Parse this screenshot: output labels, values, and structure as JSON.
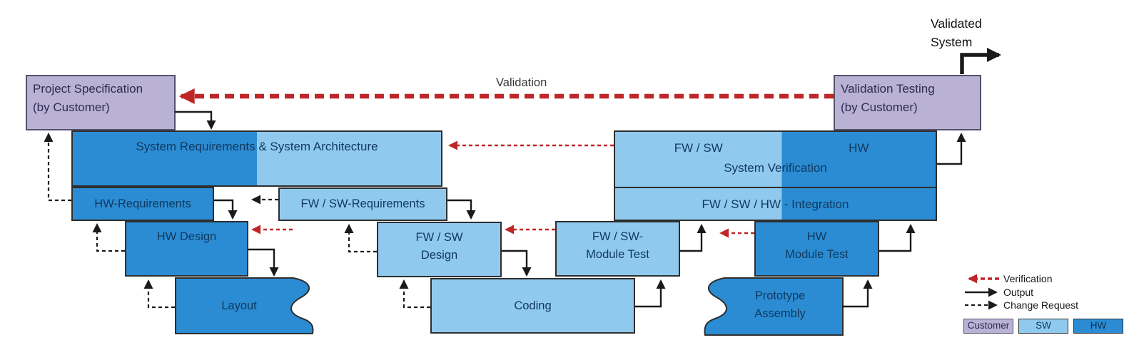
{
  "nodes": {
    "project_spec": {
      "line1": "Project Specification",
      "line2": "(by Customer)"
    },
    "validation_testing": {
      "line1": "Validation Testing",
      "line2": "(by Customer)"
    },
    "sys_req": {
      "label": "System Requirements & System Architecture"
    },
    "hw_req": {
      "label": "HW-Requirements"
    },
    "fwsw_req": {
      "label": "FW / SW-Requirements"
    },
    "hw_design": {
      "label": "HW Design"
    },
    "fwsw_design": {
      "line1": "FW / SW",
      "line2": "Design"
    },
    "layout": {
      "label": "Layout"
    },
    "coding": {
      "label": "Coding"
    },
    "fwsw_module_test": {
      "line1": "FW / SW-",
      "line2": "Module Test"
    },
    "hw_module_test": {
      "line1": "HW",
      "line2": "Module Test"
    },
    "prototype_assembly": {
      "line1": "Prototype",
      "line2": "Assembly"
    },
    "system_verification": {
      "left_label": "FW / SW",
      "right_label": "HW",
      "line2": "System Verification"
    },
    "integration": {
      "label": "FW / SW / HW - Integration"
    }
  },
  "labels": {
    "validation": "Validation",
    "validated_system_line1": "Validated",
    "validated_system_line2": "System"
  },
  "legend": {
    "verification": "Verification",
    "output": "Output",
    "change_request": "Change Request",
    "customer": "Customer",
    "sw": "SW",
    "hw": "HW"
  },
  "colors": {
    "customer_fill": "#b9b2d5",
    "sw_fill": "#90c9ee",
    "hw_fill": "#2b8cd3",
    "verification_red": "#bf2628",
    "arrow_black": "#1a1a1a"
  }
}
